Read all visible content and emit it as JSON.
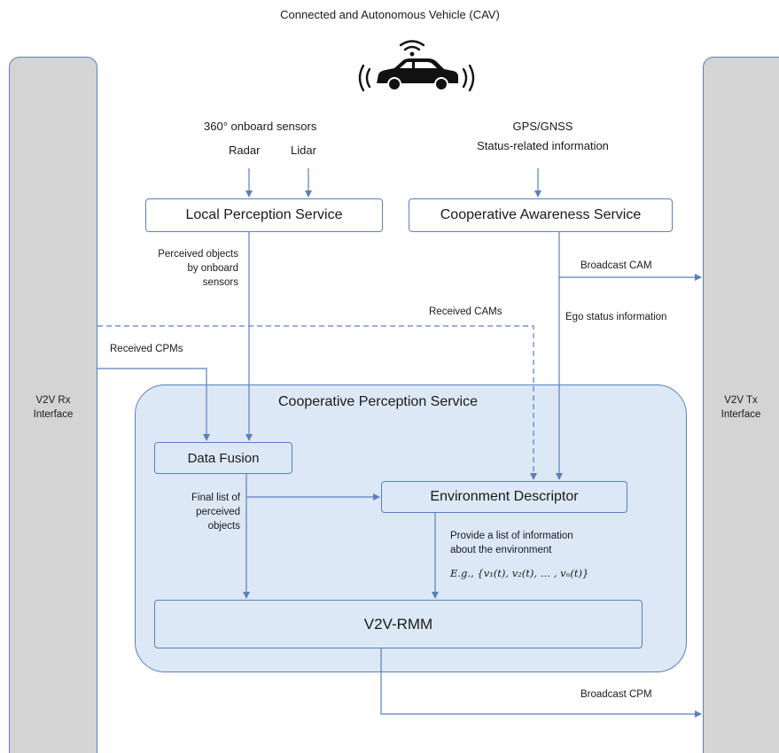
{
  "title": "Connected and Autonomous Vehicle (CAV)",
  "car_icon": "connected-car-icon",
  "sensors": {
    "heading": "360° onboard sensors",
    "radar": "Radar",
    "lidar": "Lidar"
  },
  "gps": {
    "line1": "GPS/GNSS",
    "line2": "Status-related information"
  },
  "boxes": {
    "local_perception": "Local Perception Service",
    "cooperative_awareness": "Cooperative Awareness Service",
    "cooperative_perception": "Cooperative Perception Service",
    "data_fusion": "Data Fusion",
    "environment_descriptor": "Environment Descriptor",
    "v2v_rmm": "V2V-RMM"
  },
  "interfaces": {
    "rx_line1": "V2V Rx",
    "rx_line2": "Interface",
    "tx_line1": "V2V Tx",
    "tx_line2": "Interface"
  },
  "labels": {
    "perceived_1": "Perceived objects",
    "perceived_2": "by onboard",
    "perceived_3": "sensors",
    "broadcast_cam": "Broadcast CAM",
    "received_cams": "Received CAMs",
    "ego_status": "Ego status information",
    "received_cpms": "Received CPMs",
    "final_1": "Final list of",
    "final_2": "perceived",
    "final_3": "objects",
    "provide_1": "Provide a list of information",
    "provide_2": "about the environment",
    "eg_text": "E.g., {v₁(t),  v₂(t), … , vₙ(t)}",
    "broadcast_cpm": "Broadcast CPM"
  },
  "colors": {
    "arrow": "#5b7fbf",
    "interface_fill": "#d4d4d4",
    "service_fill": "#dce8f6"
  }
}
